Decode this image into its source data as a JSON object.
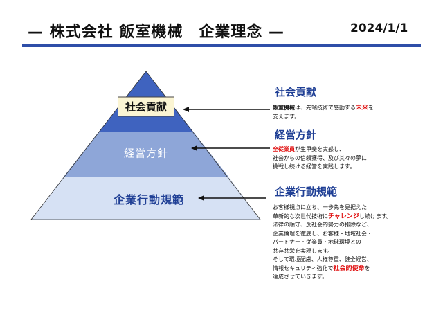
{
  "header": {
    "title": "— 株式会社 飯室機械　企業理念 —",
    "date": "2024/1/1"
  },
  "colors": {
    "accent": "#2e4ea8",
    "top_tier": "#3f63bf",
    "middle_tier": "#8ea6d8",
    "base_tier": "#d6e1f4",
    "highlight_red": "#e01010"
  },
  "pyramid": {
    "top": "社会貢献",
    "middle": "経営方針",
    "base": "企業行動規範"
  },
  "sections": {
    "contribution": {
      "title": "社会貢献",
      "line1": {
        "strong": "飯室機械",
        "pre": "は、先端技術で感動する",
        "red": "未来",
        "post": "を"
      },
      "line2": "支えます。"
    },
    "policy": {
      "title": "経営方針",
      "line1": {
        "red": "全従業員",
        "post": "が生甲斐を実感し、"
      },
      "line2": "社会からの信頼獲得、及び其々の夢に",
      "line3": "挑戦し続ける経営を実践します。"
    },
    "conduct": {
      "title": "企業行動規範",
      "line1": "お客様視点に立ち、一歩先を見据えた",
      "line2": {
        "pre": "革新的な次世代技術に",
        "red": "チャレンジ",
        "post": "し続けます。"
      },
      "line3": "法律の順守、反社会的勢力の排除など、",
      "line4": "企業倫理を徹底し、お客様・地域社会・",
      "line5": "パートナー・従業員・地球環境との",
      "line6": "共存共栄を実現します。",
      "line7": "そして環境配慮、人権尊重、健全経営、",
      "line8": {
        "pre": "情報セキュリティ強化で",
        "red": "社会的使命",
        "post": "を"
      },
      "line9": "達成させていきます。"
    }
  }
}
